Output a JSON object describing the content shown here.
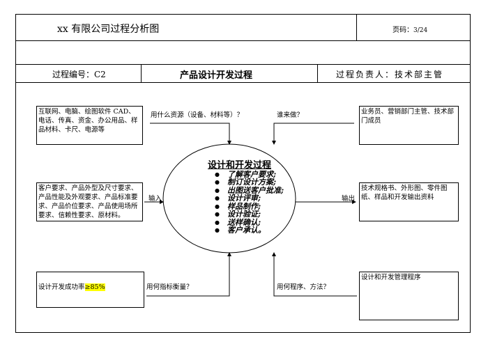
{
  "header": {
    "title": "xx 有限公司过程分析图",
    "page_label": "页码：",
    "page_value": "3/24"
  },
  "info": {
    "process_no": "过程编号：C2",
    "process_name": "产品设计开发过程",
    "owner": "过程负责人：技术部主管"
  },
  "resources": {
    "question": "用什么资源（设备、材料等）？",
    "answer": "互联网、电脑、绘图软件 CAD、电话、传真、资金、办公用品、样品材料、卡尺、电源等"
  },
  "who": {
    "question": "谁来做？",
    "answer": "业务员、营销部门主管、技术部门成员"
  },
  "input": {
    "label": "输入",
    "content": "客户要求、产品外型及尺寸要求、产品性能及外观要求、产品标准要求、产品价位要求、产品使用场所要求、信赖性要求、原材料。"
  },
  "output": {
    "label": "输出",
    "content": "技术规格书、外形图、零件图纸、样品和开发输出资料"
  },
  "metrics": {
    "question": "用何指标衡量？",
    "text": "设计开发成功率",
    "target": "≥85%"
  },
  "methods": {
    "question": "用何程序、方法？",
    "answer": "设计和开发管理程序"
  },
  "process": {
    "title": "设计和开发过程",
    "steps": [
      "了解客户要求;",
      "制订设计方案;",
      "出图送客户批准;",
      "设计评审;",
      "样品制作;",
      "设计验证;",
      "送样确认;",
      "客户承认。"
    ]
  }
}
